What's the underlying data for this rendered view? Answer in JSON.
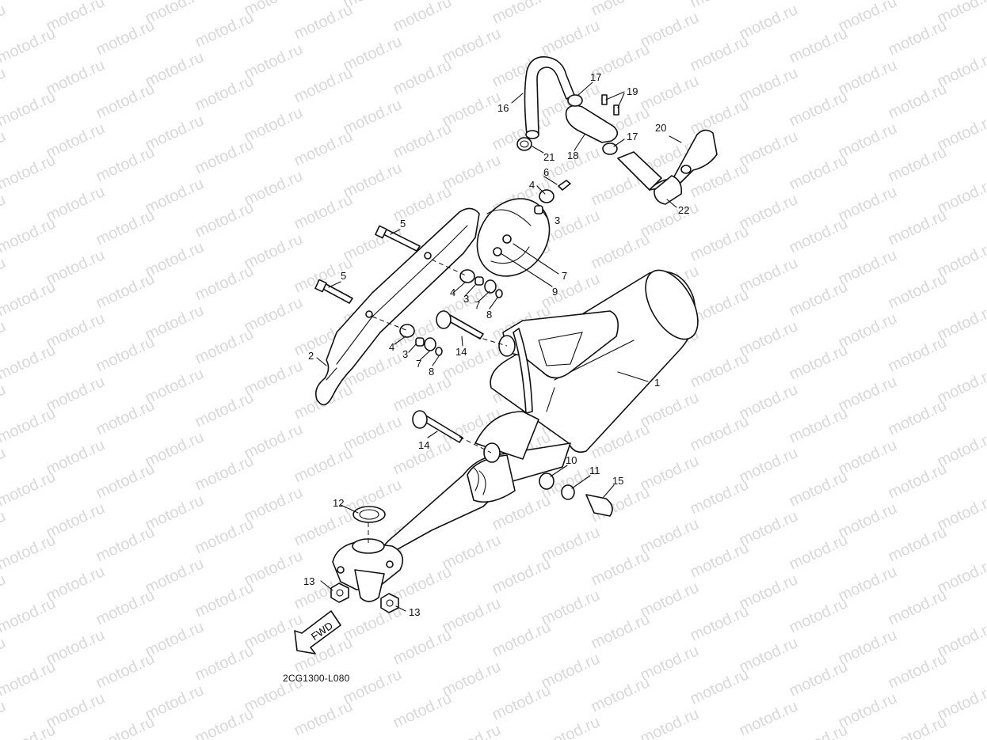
{
  "watermark": "motod.ru",
  "diagram_code": "2CG1300-L080",
  "fwd_label": "FWD",
  "callouts": [
    "1",
    "2",
    "3",
    "3",
    "3",
    "4",
    "4",
    "4",
    "5",
    "5",
    "6",
    "7",
    "7",
    "7",
    "8",
    "8",
    "9",
    "10",
    "11",
    "12",
    "13",
    "13",
    "14",
    "14",
    "15",
    "16",
    "17",
    "17",
    "18",
    "19",
    "20",
    "21",
    "22"
  ]
}
